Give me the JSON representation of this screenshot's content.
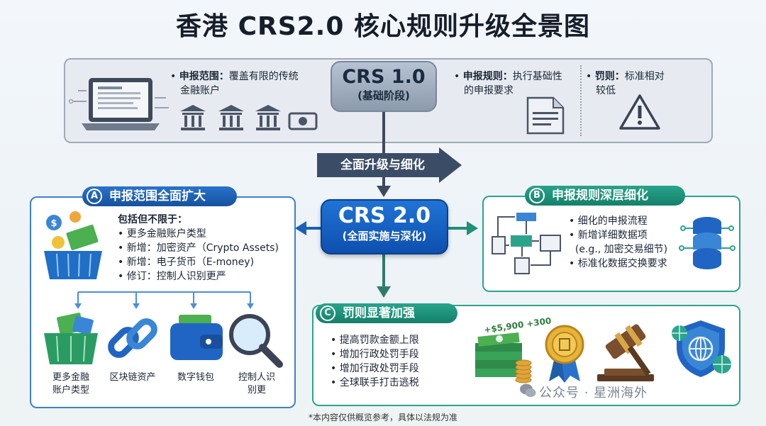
{
  "title": "香港 CRS2.0 核心规则升级全景图",
  "crs1": {
    "name": "CRS 1.0",
    "stage": "(基础阶段)",
    "scope_label": "申报范围：",
    "scope_text_1": "覆盖有限的传统",
    "scope_text_2": "金融账户",
    "rules_label": "申报规则：",
    "rules_text_1": "执行基础性",
    "rules_text_2": "的申报要求",
    "penalty_label": "罚则：",
    "penalty_text_1": "标准相对",
    "penalty_text_2": "较低"
  },
  "upgrade_label": "全面升级与细化",
  "crs2": {
    "name": "CRS 2.0",
    "stage": "(全面实施与深化)"
  },
  "section_a": {
    "letter": "A",
    "title": "申报范围全面扩大",
    "intro": "包括但不限于：",
    "items": [
      "• 更多金融账户类型",
      "• 新增：加密资产（Crypto Assets)",
      "• 新增：电子货币（E-money)",
      "• 修订：控制人识别更严"
    ],
    "captions": [
      {
        "l1": "更多金融",
        "l2": "账户类型"
      },
      {
        "l1": "区块链资产",
        "l2": ""
      },
      {
        "l1": "数字钱包",
        "l2": ""
      },
      {
        "l1": "控制人识",
        "l2": "别更"
      }
    ]
  },
  "section_b": {
    "letter": "B",
    "title": "申报规则深层细化",
    "items": [
      "• 细化的申报流程",
      "• 新增详细数据项",
      "  (e.g., 加密交易细节)",
      "• 标准化数据交换要求"
    ]
  },
  "section_c": {
    "letter": "C",
    "title": "罚则显著加强",
    "items": [
      "• 提高罚款金额上限",
      "• 增加行政处罚手段",
      "• 增加行政处罚手段",
      "• 全球联手打击逃税"
    ],
    "money_label": "+$5,900 +300"
  },
  "watermark": "公众号 · 星洲海外",
  "footnote": "*本内容仅供概览参考，具体以法规为准",
  "colors": {
    "blue": "#1a5fb8",
    "teal": "#1f8f77",
    "gray": "#8c9aad"
  }
}
